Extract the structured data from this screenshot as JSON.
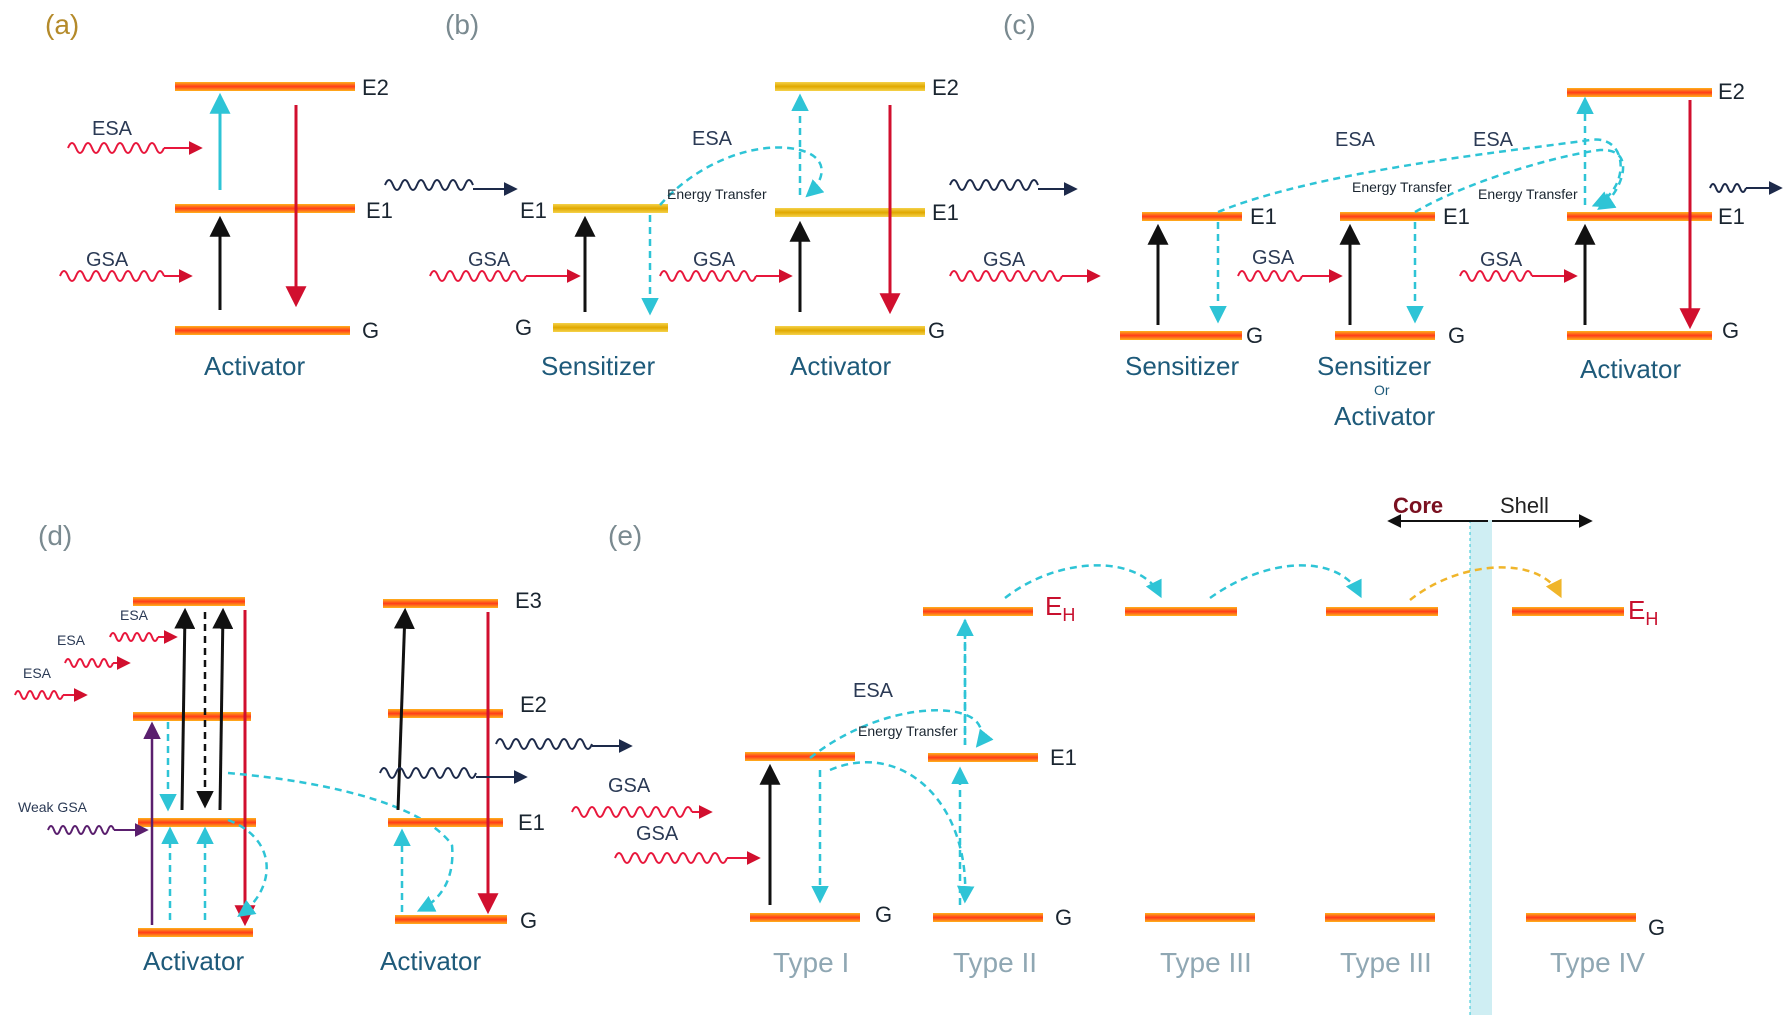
{
  "panels": {
    "a": "(a)",
    "b": "(b)",
    "c": "(c)",
    "d": "(d)",
    "e": "(e)"
  },
  "levels": {
    "E1": "E1",
    "E2": "E2",
    "E3": "E3",
    "G": "G",
    "EH_base": "E",
    "EH_sub": "H"
  },
  "processes": {
    "ESA": "ESA",
    "GSA": "GSA",
    "weak_GSA": "Weak GSA",
    "energy_transfer": "Energy Transfer"
  },
  "ions": {
    "activator": "Activator",
    "sensitizer": "Sensitizer",
    "or": "Or"
  },
  "types": [
    "Type I",
    "Type II",
    "Type III",
    "Type III",
    "Type IV"
  ],
  "core_shell": {
    "core": "Core",
    "shell": "Shell"
  },
  "colors": {
    "level_bar_top": "#ff9a1a",
    "level_bar_mid": "#ff3b1a",
    "yellow_bar": "#f2c21a",
    "excitation_red": "#e8173c",
    "emission_red": "#d10f2e",
    "cyan": "#2ec4d6",
    "black": "#111111",
    "purple": "#5a1f6e",
    "navy": "#1d2a4a",
    "interface": "#cfeef3",
    "amber": "#f0b52a"
  }
}
